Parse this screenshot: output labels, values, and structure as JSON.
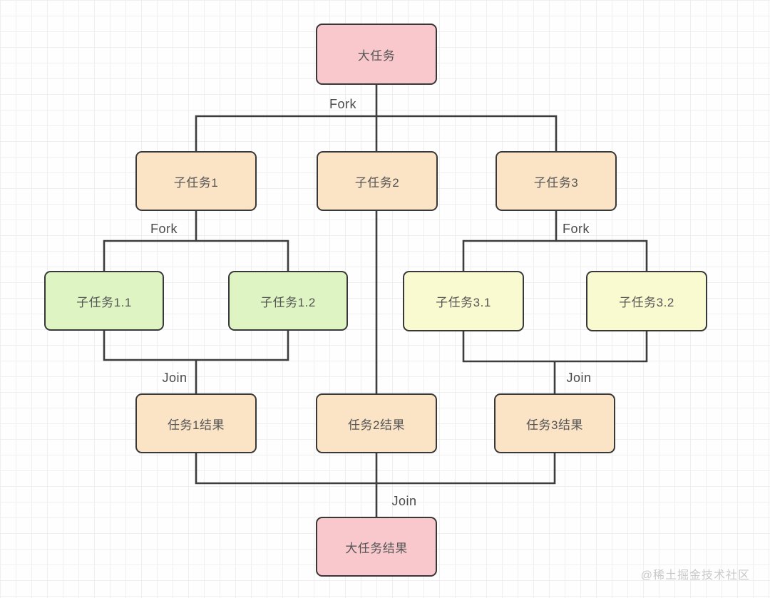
{
  "diagram": {
    "title_hint": "Fork/Join task decomposition flowchart",
    "nodes": {
      "big_task": {
        "label": "大任务",
        "color": "#f9c8cc"
      },
      "subtask1": {
        "label": "子任务1",
        "color": "#fbe3c6"
      },
      "subtask2": {
        "label": "子任务2",
        "color": "#fbe3c6"
      },
      "subtask3": {
        "label": "子任务3",
        "color": "#fbe3c6"
      },
      "subtask11": {
        "label": "子任务1.1",
        "color": "#def5c3"
      },
      "subtask12": {
        "label": "子任务1.2",
        "color": "#def5c3"
      },
      "subtask31": {
        "label": "子任务3.1",
        "color": "#fafad0"
      },
      "subtask32": {
        "label": "子任务3.2",
        "color": "#fafad0"
      },
      "result1": {
        "label": "任务1结果",
        "color": "#fbe3c6"
      },
      "result2": {
        "label": "任务2结果",
        "color": "#fbe3c6"
      },
      "result3": {
        "label": "任务3结果",
        "color": "#fbe3c6"
      },
      "big_result": {
        "label": "大任务结果",
        "color": "#f9c8cc"
      }
    },
    "edge_labels": {
      "fork_top": "Fork",
      "fork_left": "Fork",
      "fork_right": "Fork",
      "join_left": "Join",
      "join_right": "Join",
      "join_bottom": "Join"
    },
    "colors": {
      "pink": "#f9c8cc",
      "orange": "#fbe3c6",
      "green": "#def5c3",
      "yellow": "#fafad0",
      "line": "#3d3d3d",
      "grid": "#efefef",
      "text": "#555555"
    },
    "watermark": "@稀土掘金技术社区"
  }
}
